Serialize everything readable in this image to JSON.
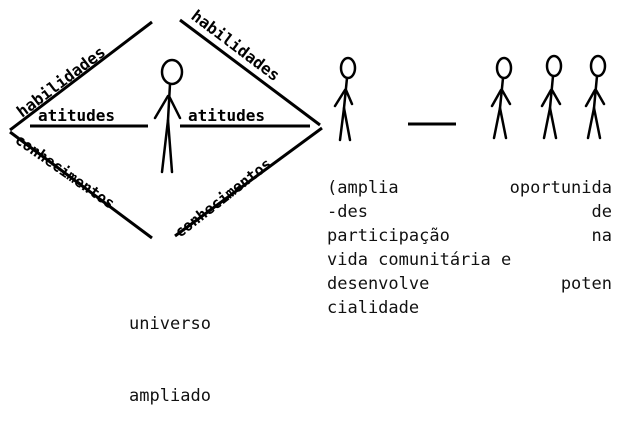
{
  "diagram": {
    "upper_left_label": "habilidades",
    "upper_right_label": "habilidades",
    "lower_left_label": "conhecimentos",
    "lower_right_label": "conhecimentos",
    "left_bar_label": "atitudes",
    "right_bar_label": "atitudes"
  },
  "universe_caption": {
    "line1": "universo",
    "line2": "ampliado"
  },
  "opportunity_caption": {
    "line1_a": "(amplia",
    "line1_b": "oportunida",
    "line2_a": "-des",
    "line2_b": "de",
    "line3_a": "participação",
    "line3_b": "na",
    "line4": "vida comunitária e",
    "line5_a": "desenvolve",
    "line5_b": "poten",
    "line6": "cialidade"
  },
  "colors": {
    "ink": "#000000",
    "background": "#ffffff"
  }
}
